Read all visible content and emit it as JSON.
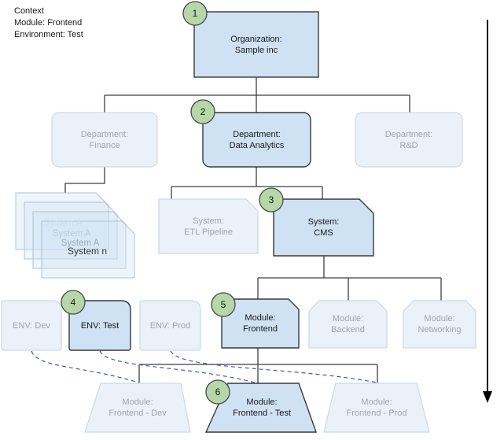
{
  "context": {
    "text": "Context\nModule: Frontend\nEnvironment: Test"
  },
  "steps": [
    "1",
    "2",
    "3",
    "4",
    "5",
    "6"
  ],
  "labels": {
    "org": "Organization:\nSample inc",
    "dept_finance": "Department:\nFinance",
    "dept_data_analytics": "Department:\nData Analytics",
    "dept_rd": "Department:\nR&D",
    "system_stack": [
      "System A",
      "System A",
      "System A",
      "System n"
    ],
    "system_etl": "System:\nETL Pipeline",
    "system_cms": "System:\nCMS",
    "env_dev": "ENV: Dev",
    "env_test": "ENV: Test",
    "env_prod": "ENV: Prod",
    "module_frontend": "Module:\nFrontend",
    "module_backend": "Module:\nBackend",
    "module_networking": "Module:\nNetworking",
    "module_frontend_dev": "Module:\nFrontend - Dev",
    "module_frontend_test": "Module:\nFrontend - Test",
    "module_frontend_prod": "Module:\nFrontend - Prod"
  },
  "colors": {
    "active_fill": "#cfe2f3",
    "active_border": "#38393b",
    "faded_fill": "#eaf1f9",
    "faded_border": "#ccd9e7",
    "faded_text": "#9fa6ad",
    "text": "#1a1a1a",
    "step_circle_fill": "#b6d7a8",
    "step_circle_border": "#45494c",
    "connector": "#3c3e40",
    "dashed_link": "#4553c9",
    "arrow": "#000000"
  }
}
